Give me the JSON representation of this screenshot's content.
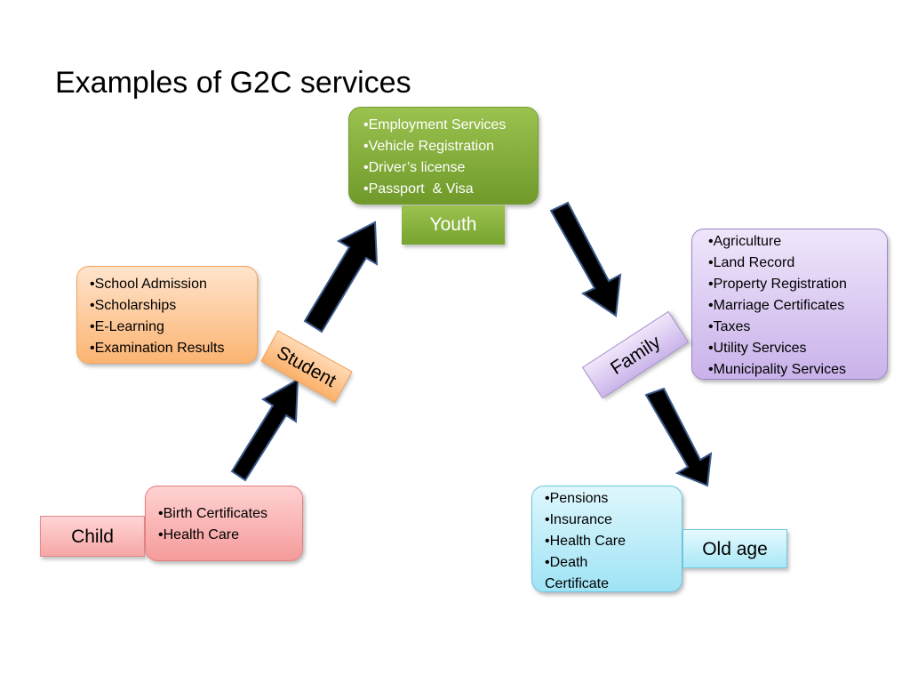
{
  "title": "Examples of G2C services",
  "stages": {
    "child": {
      "label": "Child",
      "items": [
        "Birth Certificates",
        "Health Care"
      ]
    },
    "student": {
      "label": "Student",
      "items": [
        "School Admission",
        "Scholarships",
        "E-Learning",
        "Examination Results"
      ]
    },
    "youth": {
      "label": "Youth",
      "items": [
        "Employment Services",
        "Vehicle Registration",
        "Driver’s license",
        "Passport  & Visa"
      ]
    },
    "family": {
      "label": "Family",
      "items": [
        "Agriculture",
        "Land Record",
        "Property Registration",
        "Marriage Certificates",
        "Taxes",
        "Utility Services",
        "Municipality Services"
      ]
    },
    "old_age": {
      "label": "Old age",
      "items": [
        "Pensions",
        "Insurance",
        "Health Care",
        "Death Certificate"
      ]
    }
  },
  "colors": {
    "arrow_fill": "#000000",
    "arrow_stroke": "#3b5a8c"
  }
}
